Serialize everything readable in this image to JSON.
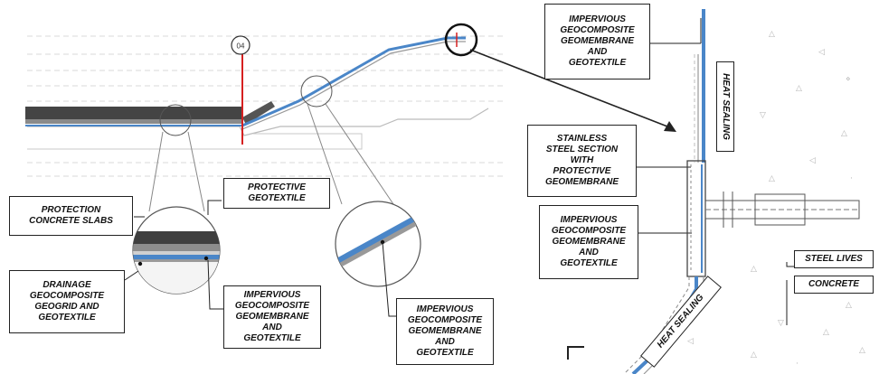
{
  "section_marker": "04",
  "labels": {
    "protection_slabs": [
      "PROTECTION",
      "CONCRETE SLABS"
    ],
    "protective_geotextile": [
      "PROTECTIVE",
      "GEOTEXTILE"
    ],
    "drainage": [
      "DRAINAGE",
      "GEOCOMPOSITE",
      "GEOGRID AND",
      "GEOTEXTILE"
    ],
    "impervious_left": [
      "IMPERVIOUS",
      "GEOCOMPOSITE",
      "GEOMEMBRANE",
      "AND",
      "GEOTEXTILE"
    ],
    "impervious_center": [
      "IMPERVIOUS",
      "GEOCOMPOSITE",
      "GEOMEMBRANE",
      "AND",
      "GEOTEXTILE"
    ],
    "impervious_top": [
      "IMPERVIOUS",
      "GEOCOMPOSITE",
      "GEOMEMBRANE",
      "AND",
      "GEOTEXTILE"
    ],
    "stainless": [
      "STAINLESS",
      "STEEL SECTION",
      "WITH",
      "PROTECTIVE",
      "GEOMEMBRANE"
    ],
    "impervious_right": [
      "IMPERVIOUS",
      "GEOCOMPOSITE",
      "GEOMEMBRANE",
      "AND",
      "GEOTEXTILE"
    ],
    "heat_sealing_top": "HEAT SEALING",
    "heat_sealing_bottom": "HEAT SEALING",
    "steel_lives": "STEEL LIVES",
    "concrete": "CONCRETE"
  },
  "colors": {
    "geomembrane": "#4a86c8",
    "slab": "#444444",
    "leader": "#222222",
    "marker_red": "#d62020"
  }
}
